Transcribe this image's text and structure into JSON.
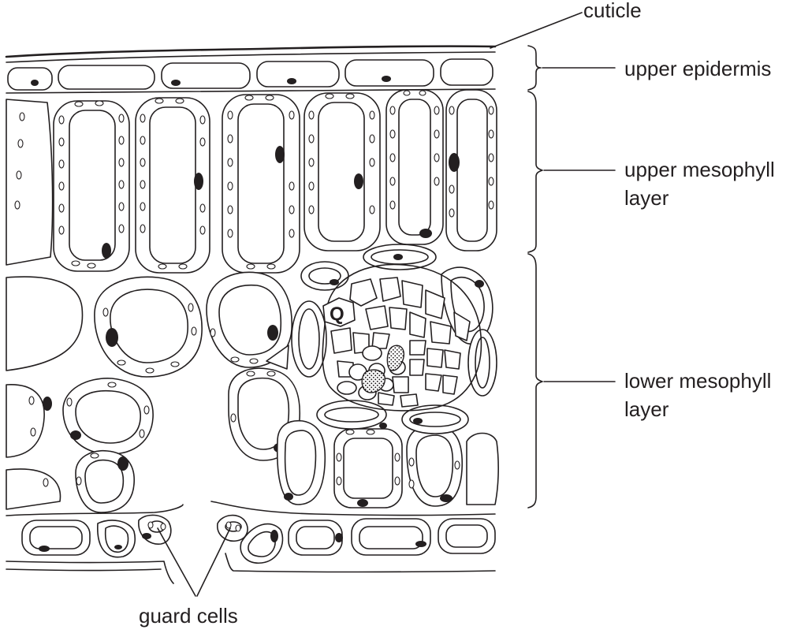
{
  "labels": {
    "cuticle": "cuticle",
    "upper_epidermis": "upper epidermis",
    "upper_mesophyll_1": "upper mesophyll",
    "upper_mesophyll_2": "layer",
    "lower_mesophyll_1": "lower mesophyll",
    "lower_mesophyll_2": "layer",
    "guard_cells": "guard cells",
    "marker_q": "Q"
  }
}
